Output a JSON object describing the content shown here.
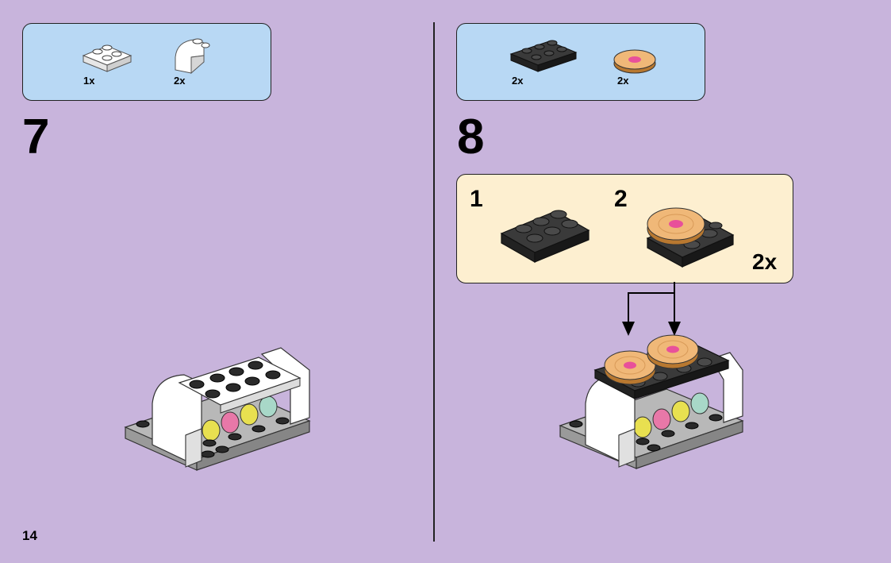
{
  "page": {
    "number": "14"
  },
  "step7": {
    "number": "7",
    "parts": [
      {
        "qty": "1x",
        "icon": "white-plate-2x2-icon"
      },
      {
        "qty": "2x",
        "icon": "white-curved-slope-icon"
      }
    ]
  },
  "step8": {
    "number": "8",
    "parts": [
      {
        "qty": "2x",
        "icon": "black-plate-2x3-icon"
      },
      {
        "qty": "2x",
        "icon": "gold-round-tile-icon"
      }
    ],
    "subassembly": {
      "step1": "1",
      "step2": "2",
      "multiplier": "2x"
    }
  },
  "colors": {
    "background": "#c8b4dc",
    "parts_box": "#b8d8f4",
    "subassembly_box": "#fdefd0",
    "white_brick": "#ffffff",
    "black_brick": "#2a2a2a",
    "gold_tile": "#e8a860",
    "gray_plate": "#a8a8a8"
  }
}
